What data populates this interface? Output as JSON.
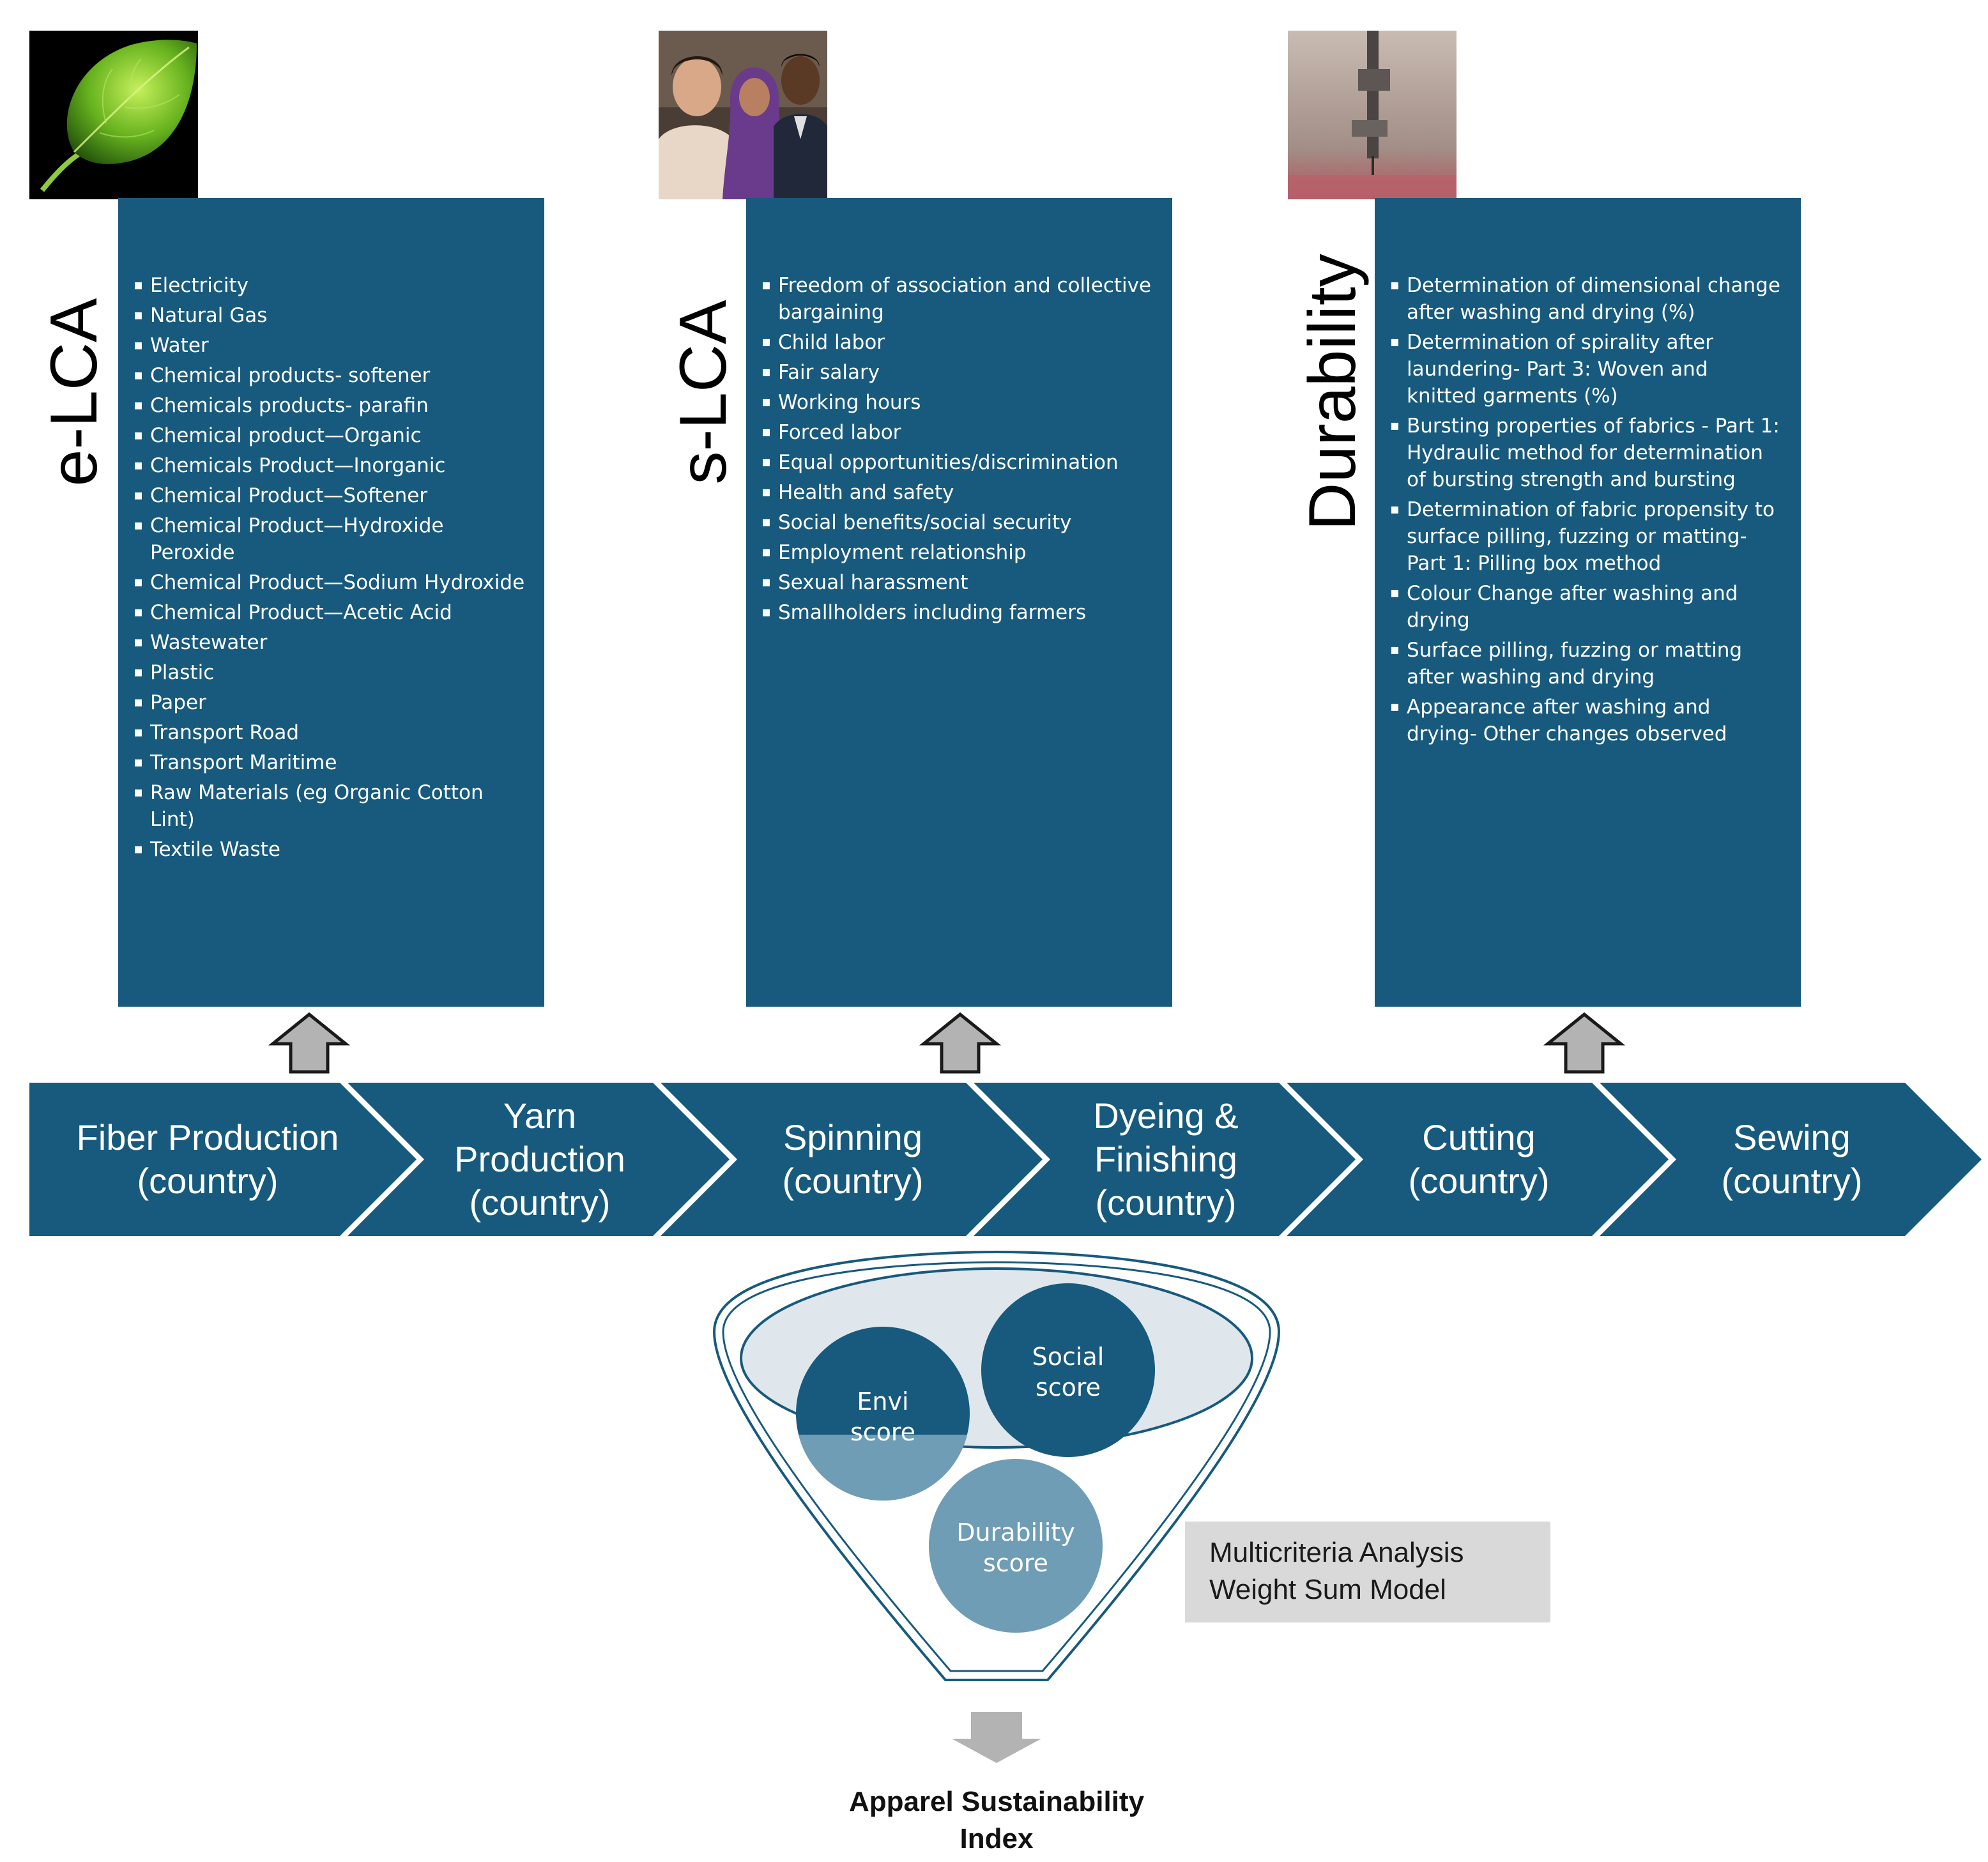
{
  "columns": [
    {
      "key": "elca",
      "side_label": "e-LCA",
      "image": "leaf-photo",
      "items": [
        "Electricity",
        "Natural Gas",
        "Water",
        "Chemical products- softener",
        "Chemicals products- parafin",
        "Chemical product—Organic",
        "Chemicals Product—Inorganic",
        "Chemical Product—Softener",
        "Chemical Product—Hydroxide Peroxide",
        "Chemical Product—Sodium Hydroxide",
        "Chemical Product—Acetic Acid",
        "Wastewater",
        "Plastic",
        "Paper",
        "Transport Road",
        "Transport Maritime",
        "Raw Materials (eg Organic Cotton Lint)",
        "Textile Waste"
      ]
    },
    {
      "key": "slca",
      "side_label": "s-LCA",
      "image": "workers-photo",
      "items": [
        "Freedom of association and collective bargaining",
        "Child labor",
        "Fair salary",
        "Working hours",
        "Forced labor",
        "Equal opportunities/discrimination",
        "Health and safety",
        "Social benefits/social security",
        "Employment relationship",
        "Sexual harassment",
        "Smallholders including farmers"
      ]
    },
    {
      "key": "durability",
      "side_label": "Durability",
      "image": "sewing-machine-photo",
      "items": [
        "Determination of dimensional change after washing and drying (%)",
        "Determination of spirality after laundering- Part 3: Woven and knitted garments (%)",
        "Bursting properties of fabrics - Part 1: Hydraulic method for determination of bursting strength and bursting",
        "Determination of fabric propensity to surface pilling, fuzzing or matting-Part 1: Pilling box method",
        "Colour Change after washing and drying",
        "Surface pilling, fuzzing or matting after washing and drying",
        "Appearance after washing and drying- Other changes observed"
      ]
    }
  ],
  "supply_chain": [
    "Fiber Production\n(country)",
    "Yarn\nProduction\n(country)",
    "Spinning\n(country)",
    "Dyeing &\nFinishing\n(country)",
    "Cutting\n(country)",
    "Sewing\n(country)"
  ],
  "funnel": {
    "envi_score": "Envi\nscore",
    "social_score": "Social\nscore",
    "durability_score": "Durability\nscore"
  },
  "method_box": "Multicriteria Analysis\nWeight Sum Model",
  "result": "Apparel Sustainability\nIndex",
  "colors": {
    "panel": "#175a7d",
    "chevron": "#175a7d",
    "circle_dark": "#175a7d",
    "circle_light": "#6e9db5",
    "funnel_fill": "#dfe7ec",
    "arrow_grey": "#b3b3b3"
  }
}
